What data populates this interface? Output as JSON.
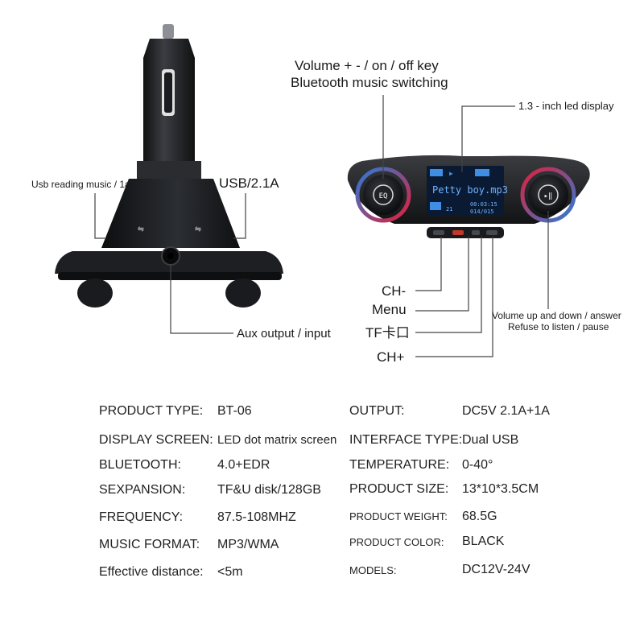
{
  "callouts": {
    "usb_reading": "Usb reading music / 1a",
    "usb_port": "USB/2.1A",
    "aux": "Aux output / input",
    "volume_key_line1": "Volume + - / on / off key",
    "volume_key_line2": "Bluetooth music switching",
    "display": "1.3 - inch led display",
    "ch_minus": "CH-",
    "menu": "Menu",
    "tf": "TF卡口",
    "ch_plus": "CH+",
    "volume_answer_line1": "Volume up and down / answer",
    "volume_answer_line2": "Refuse to listen / pause"
  },
  "screen": {
    "track": "Petty boy.mp3",
    "left_knob": "EQ",
    "number": "21",
    "time": "00:03:15",
    "track_count": "014/015"
  },
  "specs": [
    {
      "label": "PRODUCT TYPE:",
      "value": "BT-06"
    },
    {
      "label": "DISPLAY SCREEN:",
      "value": "LED dot matrix screen"
    },
    {
      "label": "BLUETOOTH:",
      "value": "4.0+EDR"
    },
    {
      "label": "SEXPANSION:",
      "value": "TF&U disk/128GB"
    },
    {
      "label": "FREQUENCY:",
      "value": "87.5-108MHZ"
    },
    {
      "label": "MUSIC FORMAT:",
      "value": "MP3/WMA"
    },
    {
      "label": "Effective distance:",
      "value": "<5m"
    },
    {
      "label": "OUTPUT:",
      "value": "DC5V 2.1A+1A"
    },
    {
      "label": "INTERFACE TYPE:",
      "value": "Dual USB"
    },
    {
      "label": "TEMPERATURE:",
      "value": "0-40°"
    },
    {
      "label": "PRODUCT SIZE:",
      "value": "13*10*3.5CM"
    },
    {
      "label": "PRODUCT WEIGHT:",
      "value": "68.5G"
    },
    {
      "label": "PRODUCT COLOR:",
      "value": "BLACK"
    },
    {
      "label": "MODELS:",
      "value": "DC12V-24V"
    }
  ],
  "colors": {
    "accent_red": "#e0203a",
    "accent_blue": "#2a7bd8",
    "screen_blue": "#3f8ee6",
    "device_body": "#1c1e22"
  }
}
